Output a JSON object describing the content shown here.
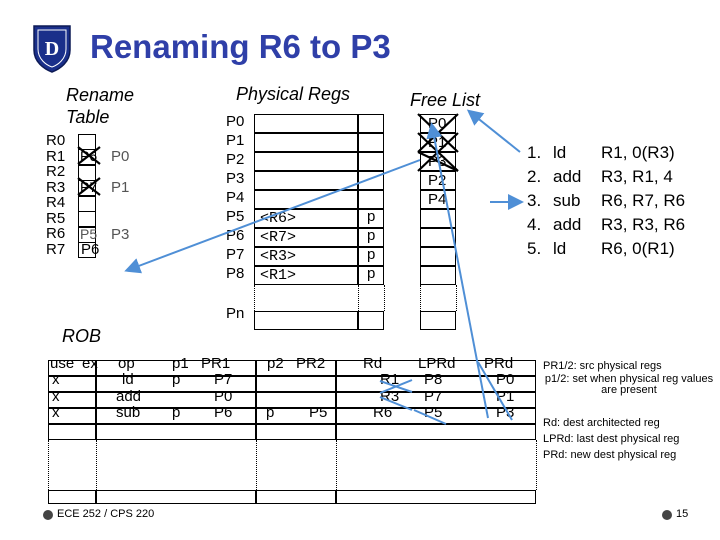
{
  "slide": {
    "title": "Renaming R6 to P3",
    "footer": "ECE 252 / CPS 220",
    "page_number": "15",
    "logo_icon": "duke-shield-icon"
  },
  "rename_table": {
    "title": "Rename Table",
    "regs": [
      "R0",
      "R1",
      "R2",
      "R3",
      "R4",
      "R5",
      "R6",
      "R7"
    ],
    "entries": {
      "r1_old": "P6",
      "r1": "P0",
      "r3_old": "P7",
      "r3": "P1",
      "r6_old": "P5",
      "r6": "P3",
      "r7": "P6"
    }
  },
  "physical_regs": {
    "title": "Physical Regs",
    "regs": [
      "P0",
      "P1",
      "P2",
      "P3",
      "P4",
      "P5",
      "P6",
      "P7",
      "P8"
    ],
    "values": [
      "",
      "",
      "",
      "",
      "",
      "<R6>",
      "<R7>",
      "<R3>",
      "<R1>"
    ],
    "present": [
      "",
      "",
      "",
      "",
      "",
      "p",
      "p",
      "p",
      "p"
    ],
    "pn": "Pn"
  },
  "free_list": {
    "title": "Free List",
    "entries": [
      "P0",
      "P1",
      "P3",
      "P2",
      "P4"
    ]
  },
  "program": [
    {
      "num": "1.",
      "op": "ld",
      "args": "R1, 0(R3)"
    },
    {
      "num": "2.",
      "op": "add",
      "args": "R3, R1, 4"
    },
    {
      "num": "3.",
      "op": "sub",
      "args": "R6, R7, R6"
    },
    {
      "num": "4.",
      "op": "add",
      "args": "R3, R3, R6"
    },
    {
      "num": "5.",
      "op": "ld",
      "args": "R6, 0(R1)"
    }
  ],
  "rob": {
    "title": "ROB",
    "headers": {
      "use": "use",
      "ex": "ex",
      "op": "op",
      "p1": "p1",
      "pr1": "PR1",
      "p2": "p2",
      "pr2": "PR2",
      "rd": "Rd",
      "lprd": "LPRd",
      "prd": "PRd"
    },
    "rows": [
      {
        "use": "x",
        "ex": "",
        "op": "ld",
        "p1": "p",
        "pr1": "P7",
        "p2": "",
        "pr2": "",
        "rd": "R1",
        "lprd": "P8",
        "prd": "P0"
      },
      {
        "use": "x",
        "ex": "",
        "op": "add",
        "p1": "",
        "pr1": "P0",
        "p2": "",
        "pr2": "",
        "rd": "R3",
        "lprd": "P7",
        "prd": "P1"
      },
      {
        "use": "x",
        "ex": "",
        "op": "sub",
        "p1": "p",
        "pr1": "P6",
        "p2": "p",
        "pr2": "P5",
        "rd": "R6",
        "lprd": "P5",
        "prd": "P3"
      }
    ]
  },
  "notes": {
    "pr": "PR1/2: src physical regs",
    "p": "p1/2: set when physical reg values are present",
    "rd": "Rd: dest architected reg",
    "lprd": "LPRd: last dest physical reg",
    "prd": "PRd: new dest physical reg"
  },
  "colors": {
    "title": "#2f3fa8",
    "arrow": "#4f8fd6",
    "logo": "#1a2f8a"
  }
}
